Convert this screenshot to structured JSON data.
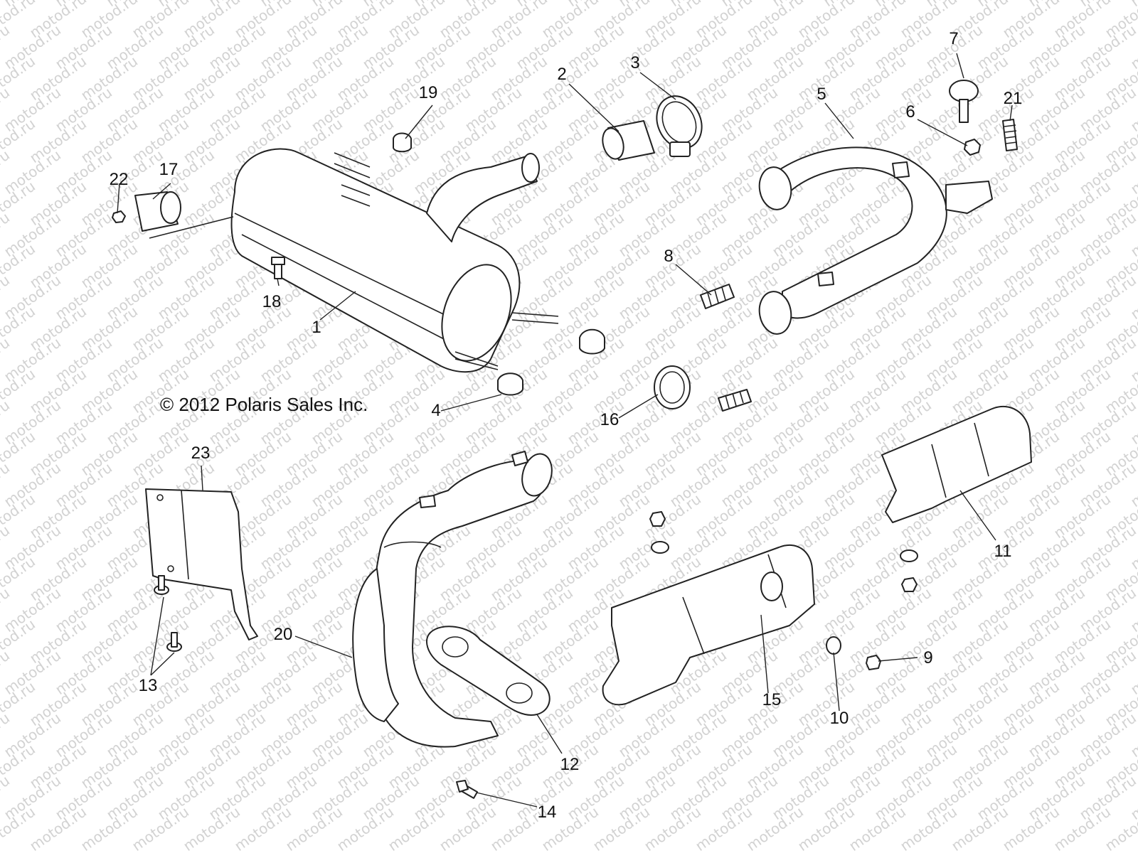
{
  "watermark": "motod.ru",
  "copyright": "© 2012 Polaris Sales Inc.",
  "callouts": [
    "1",
    "2",
    "3",
    "4",
    "5",
    "6",
    "7",
    "8",
    "9",
    "10",
    "11",
    "12",
    "13",
    "14",
    "15",
    "16",
    "17",
    "18",
    "19",
    "20",
    "21",
    "22",
    "23"
  ],
  "colors": {
    "ink": "#222222",
    "watermark": "#d2d2d2",
    "background": "#ffffff"
  }
}
